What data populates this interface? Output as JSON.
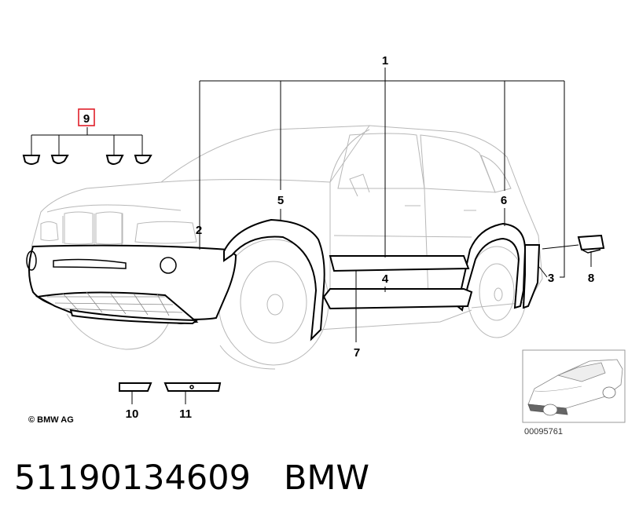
{
  "callouts": {
    "c1": "1",
    "c2": "2",
    "c3": "3",
    "c4": "4",
    "c5": "5",
    "c6": "6",
    "c7": "7",
    "c8": "8",
    "c9": "9",
    "c10": "10",
    "c11": "11"
  },
  "highlight_color": "#e0202a",
  "copyright": "© BMW AG",
  "diagram_id": "00095761",
  "caption": {
    "part_number": "51190134609",
    "brand": "BMW"
  }
}
